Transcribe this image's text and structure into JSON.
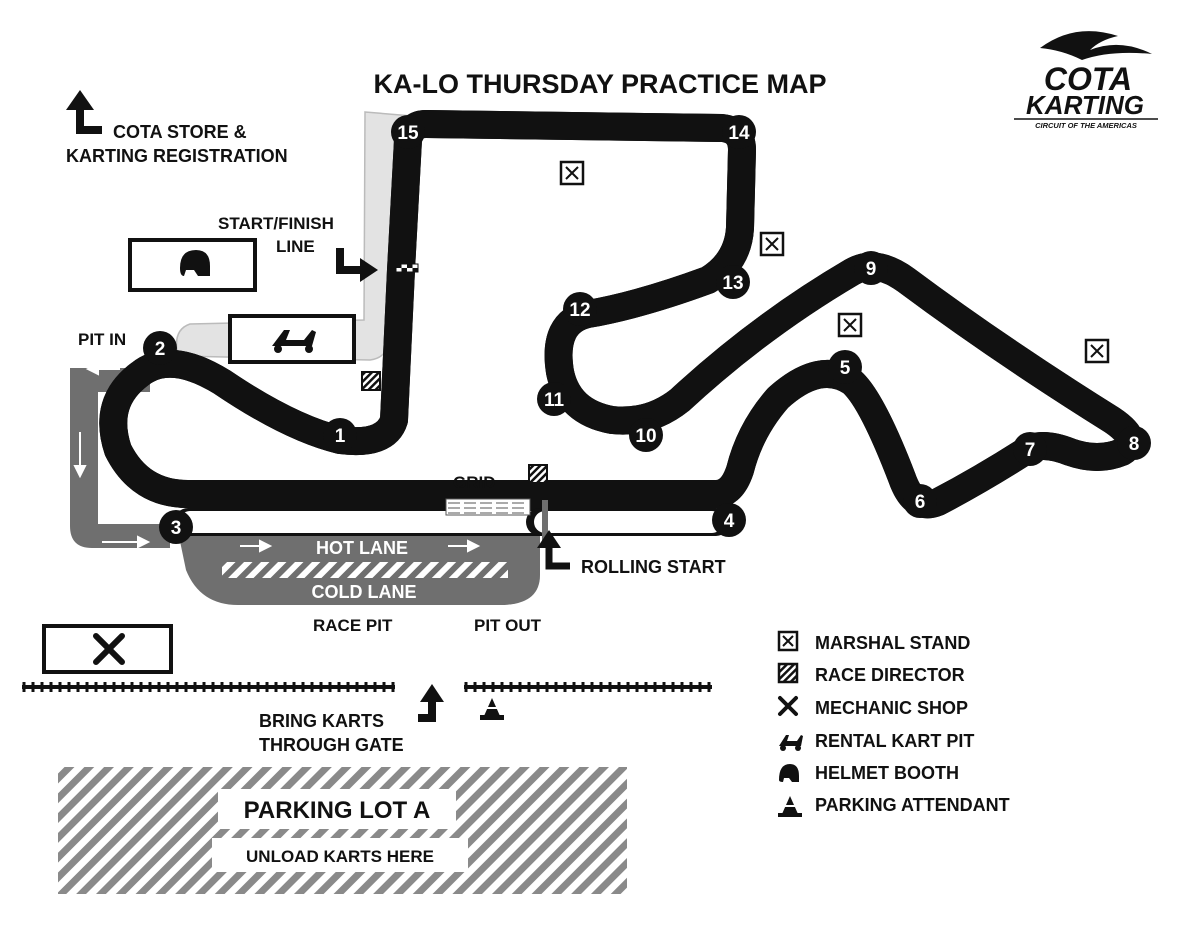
{
  "title": "KA-LO THURSDAY PRACTICE MAP",
  "logo": {
    "line1": "COTA",
    "line2": "KARTING",
    "tagline": "CIRCUIT OF THE AMERICAS"
  },
  "labels": {
    "store_line1": "COTA STORE &",
    "store_line2": "KARTING REGISTRATION",
    "start_finish_line1": "START/FINISH",
    "start_finish_line2": "LINE",
    "pit_in": "PIT IN",
    "grid": "GRID",
    "hot_lane": "HOT LANE",
    "cold_lane": "COLD LANE",
    "race_pit": "RACE PIT",
    "pit_out": "PIT OUT",
    "rolling_start": "ROLLING START",
    "gate_line1": "BRING KARTS",
    "gate_line2": "THROUGH GATE",
    "parking_title": "PARKING LOT A",
    "parking_sub": "UNLOAD KARTS HERE"
  },
  "turns": [
    "1",
    "2",
    "3",
    "4",
    "5",
    "6",
    "7",
    "8",
    "9",
    "10",
    "11",
    "12",
    "13",
    "14",
    "15"
  ],
  "legend": [
    {
      "icon": "marshal-stand-icon",
      "label": "MARSHAL STAND"
    },
    {
      "icon": "race-director-icon",
      "label": "RACE DIRECTOR"
    },
    {
      "icon": "mechanic-shop-icon",
      "label": "MECHANIC SHOP"
    },
    {
      "icon": "rental-kart-pit-icon",
      "label": "RENTAL KART PIT"
    },
    {
      "icon": "helmet-booth-icon",
      "label": "HELMET BOOTH"
    },
    {
      "icon": "parking-attendant-icon",
      "label": "PARKING ATTENDANT"
    }
  ],
  "colors": {
    "ink": "#111111",
    "pit_gray": "#6f6f6f",
    "light_gray": "#e3e3e3",
    "hatch": "#8a8a8a"
  }
}
